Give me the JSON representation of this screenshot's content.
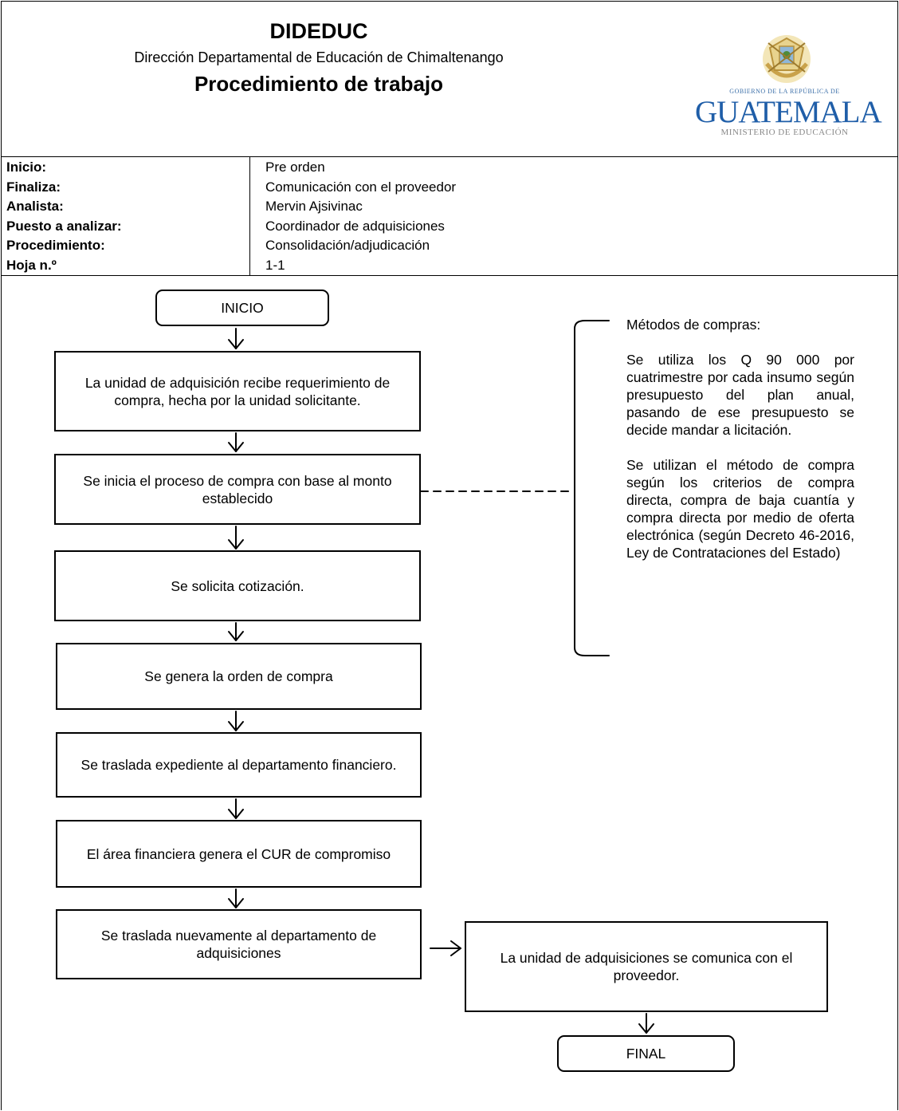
{
  "header": {
    "org": "DIDEDUC",
    "subtitle": "Dirección Departamental de Educación de Chimaltenango",
    "doc_title": "Procedimiento de trabajo",
    "logo": {
      "emblem": "coat-of-arms-icon",
      "small_text": "GOBIERNO DE LA REPÚBLICA DE",
      "main_text": "GUATEMALA",
      "sub_text": "MINISTERIO DE EDUCACIÓN",
      "main_color": "#1f5ea8"
    }
  },
  "info": [
    {
      "label": "Inicio:",
      "value": "Pre orden"
    },
    {
      "label": "Finaliza:",
      "value": "Comunicación con el proveedor"
    },
    {
      "label": "Analista:",
      "value": "Mervin Ajsivinac"
    },
    {
      "label": "Puesto a analizar:",
      "value": "Coordinador de adquisiciones"
    },
    {
      "label": "Procedimiento:",
      "value": "Consolidación/adjudicación"
    },
    {
      "label": "Hoja n.º",
      "value": "1-1"
    }
  ],
  "flow": {
    "start": "INICIO",
    "steps": [
      "La unidad de adquisición recibe requerimiento de compra, hecha por la unidad solicitante.",
      "Se inicia el proceso de compra con base al monto establecido",
      "Se solicita cotización.",
      "Se genera la orden de compra",
      "Se traslada expediente al departamento financiero.",
      "El área financiera genera el CUR de compromiso",
      "Se traslada nuevamente al departamento de adquisiciones"
    ],
    "side_step": "La unidad de adquisiciones se comunica con el proveedor.",
    "end": "FINAL"
  },
  "note": {
    "title": "Métodos de compras:",
    "paragraphs": [
      "Se utiliza los Q 90 000 por cuatrimestre por cada insumo según presupuesto del plan anual, pasando de ese presupuesto se decide mandar a licitación.",
      "Se utilizan el método de compra según los criterios de compra directa, compra de baja cuantía y compra directa por medio de oferta electrónica (según Decreto 46-2016, Ley de Contrataciones del Estado)"
    ]
  }
}
